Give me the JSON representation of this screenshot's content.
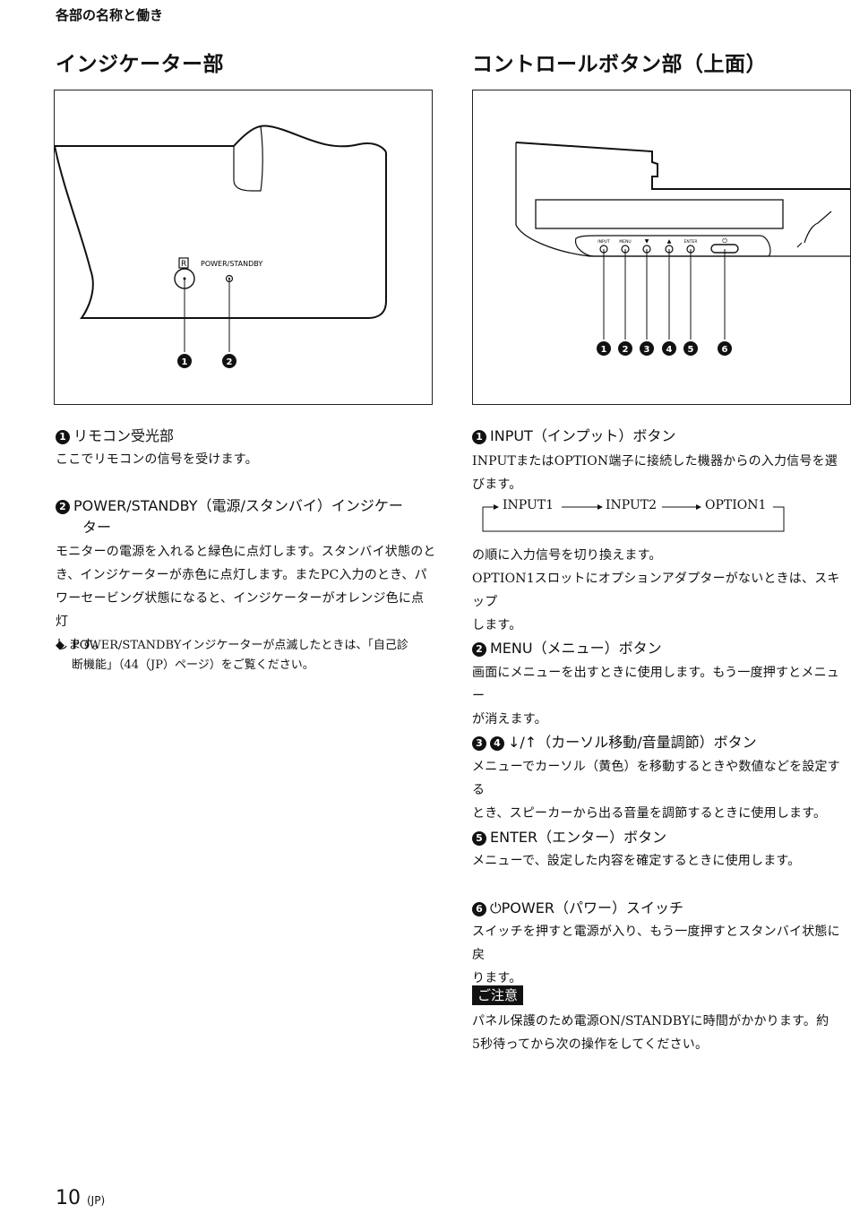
{
  "header": {
    "title": "各部の名称と働き"
  },
  "left": {
    "section_title": "インジケーター部",
    "figure": {
      "remote_sensor_symbol": "R",
      "indicator_label": "POWER/STANDBY",
      "callouts": [
        "1",
        "2"
      ]
    },
    "items": [
      {
        "num": "1",
        "heading": "リモコン受光部",
        "body": "ここでリモコンの信号を受けます。"
      },
      {
        "num": "2",
        "heading_line1": "POWER/STANDBY（電源/スタンバイ）インジケー",
        "heading_line2": "ター",
        "body_lines": [
          "モニターの電源を入れると緑色に点灯します。スタンバイ状態のと",
          "き、インジケーターが赤色に点灯します。またPC入力のとき、パ",
          "ワーセービング状態になると、インジケーターがオレンジ色に点灯",
          "します。"
        ],
        "note_bullet": "◆",
        "note_lines": [
          "POWER/STANDBYインジケーターが点滅したときは、「自己診",
          "断機能」（44（JP）ページ）をご覧ください。"
        ]
      }
    ]
  },
  "right": {
    "section_title": "コントロールボタン部（上面）",
    "figure": {
      "button_labels": [
        "INPUT",
        "MENU",
        "▼",
        "▲",
        "ENTER",
        "⏻"
      ],
      "callouts": [
        "1",
        "2",
        "3",
        "4",
        "5",
        "6"
      ]
    },
    "items": [
      {
        "num": "1",
        "heading": "INPUT（インプット）ボタン",
        "body_lines": [
          "INPUTまたはOPTION端子に接続した機器からの入力信号を選",
          "びます。"
        ],
        "flow": [
          "INPUT1",
          "INPUT2",
          "OPTION1"
        ],
        "after_lines": [
          "の順に入力信号を切り換えます。",
          "OPTION1スロットにオプションアダプターがないときは、スキップ",
          "します。"
        ]
      },
      {
        "num": "2",
        "heading": "MENU（メニュー）ボタン",
        "body_lines": [
          "画面にメニューを出すときに使用します。もう一度押すとメニュー",
          "が消えます。"
        ]
      },
      {
        "num": "3",
        "num2": "4",
        "heading": "↓/↑（カーソル移動/音量調節）ボタン",
        "body_lines": [
          "メニューでカーソル（黄色）を移動するときや数値などを設定する",
          "とき、スピーカーから出る音量を調節するときに使用します。"
        ]
      },
      {
        "num": "5",
        "heading": "ENTER（エンター）ボタン",
        "body_lines": [
          "メニューで、設定した内容を確定するときに使用します。"
        ]
      },
      {
        "num": "6",
        "heading": "⏻POWER（パワー）スイッチ",
        "body_lines": [
          "スイッチを押すと電源が入り、もう一度押すとスタンバイ状態に戻",
          "ります。"
        ]
      }
    ],
    "caution": {
      "label": "ご注意",
      "lines": [
        "パネル保護のため電源ON/STANDBYに時間がかかります。約",
        "5秒待ってから次の操作をしてください。"
      ]
    }
  },
  "footer": {
    "page": "10",
    "suffix": "(JP)"
  }
}
